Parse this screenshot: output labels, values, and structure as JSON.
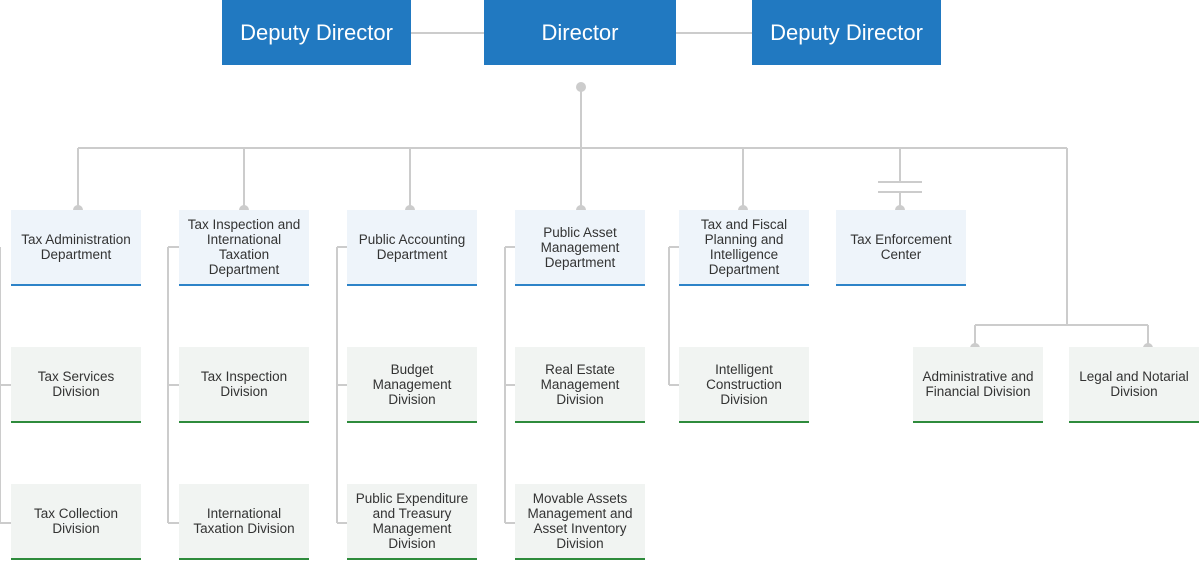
{
  "top": {
    "deputy_left": "Deputy Director",
    "director": "Director",
    "deputy_right": "Deputy Director"
  },
  "departments": {
    "tax_admin": "Tax Administration Department",
    "tax_inspection": "Tax Inspection and International Taxation Department",
    "public_accounting": "Public Accounting Department",
    "public_asset": "Public Asset Management Department",
    "tax_fiscal": "Tax and Fiscal Planning and Intelligence Department",
    "tax_enforcement": "Tax Enforcement Center"
  },
  "divisions": {
    "tax_services": "Tax Services Division",
    "tax_collection": "Tax Collection Division",
    "tax_inspection_div": "Tax Inspection Division",
    "international_taxation": "International Taxation Division",
    "budget_management": "Budget Management Division",
    "public_expenditure": "Public Expenditure and Treasury Management Division",
    "real_estate": "Real Estate Management Division",
    "movable_assets": "Movable Assets Management and Asset Inventory Division",
    "intelligent_construction": "Intelligent Construction Division",
    "admin_financial": "Administrative and Financial Division",
    "legal_notarial": "Legal and Notarial Division"
  },
  "colors": {
    "header_blue": "#2179c1",
    "dept_border": "#2d83c8",
    "div_border": "#2e8b3c",
    "connector": "#cccccc"
  }
}
